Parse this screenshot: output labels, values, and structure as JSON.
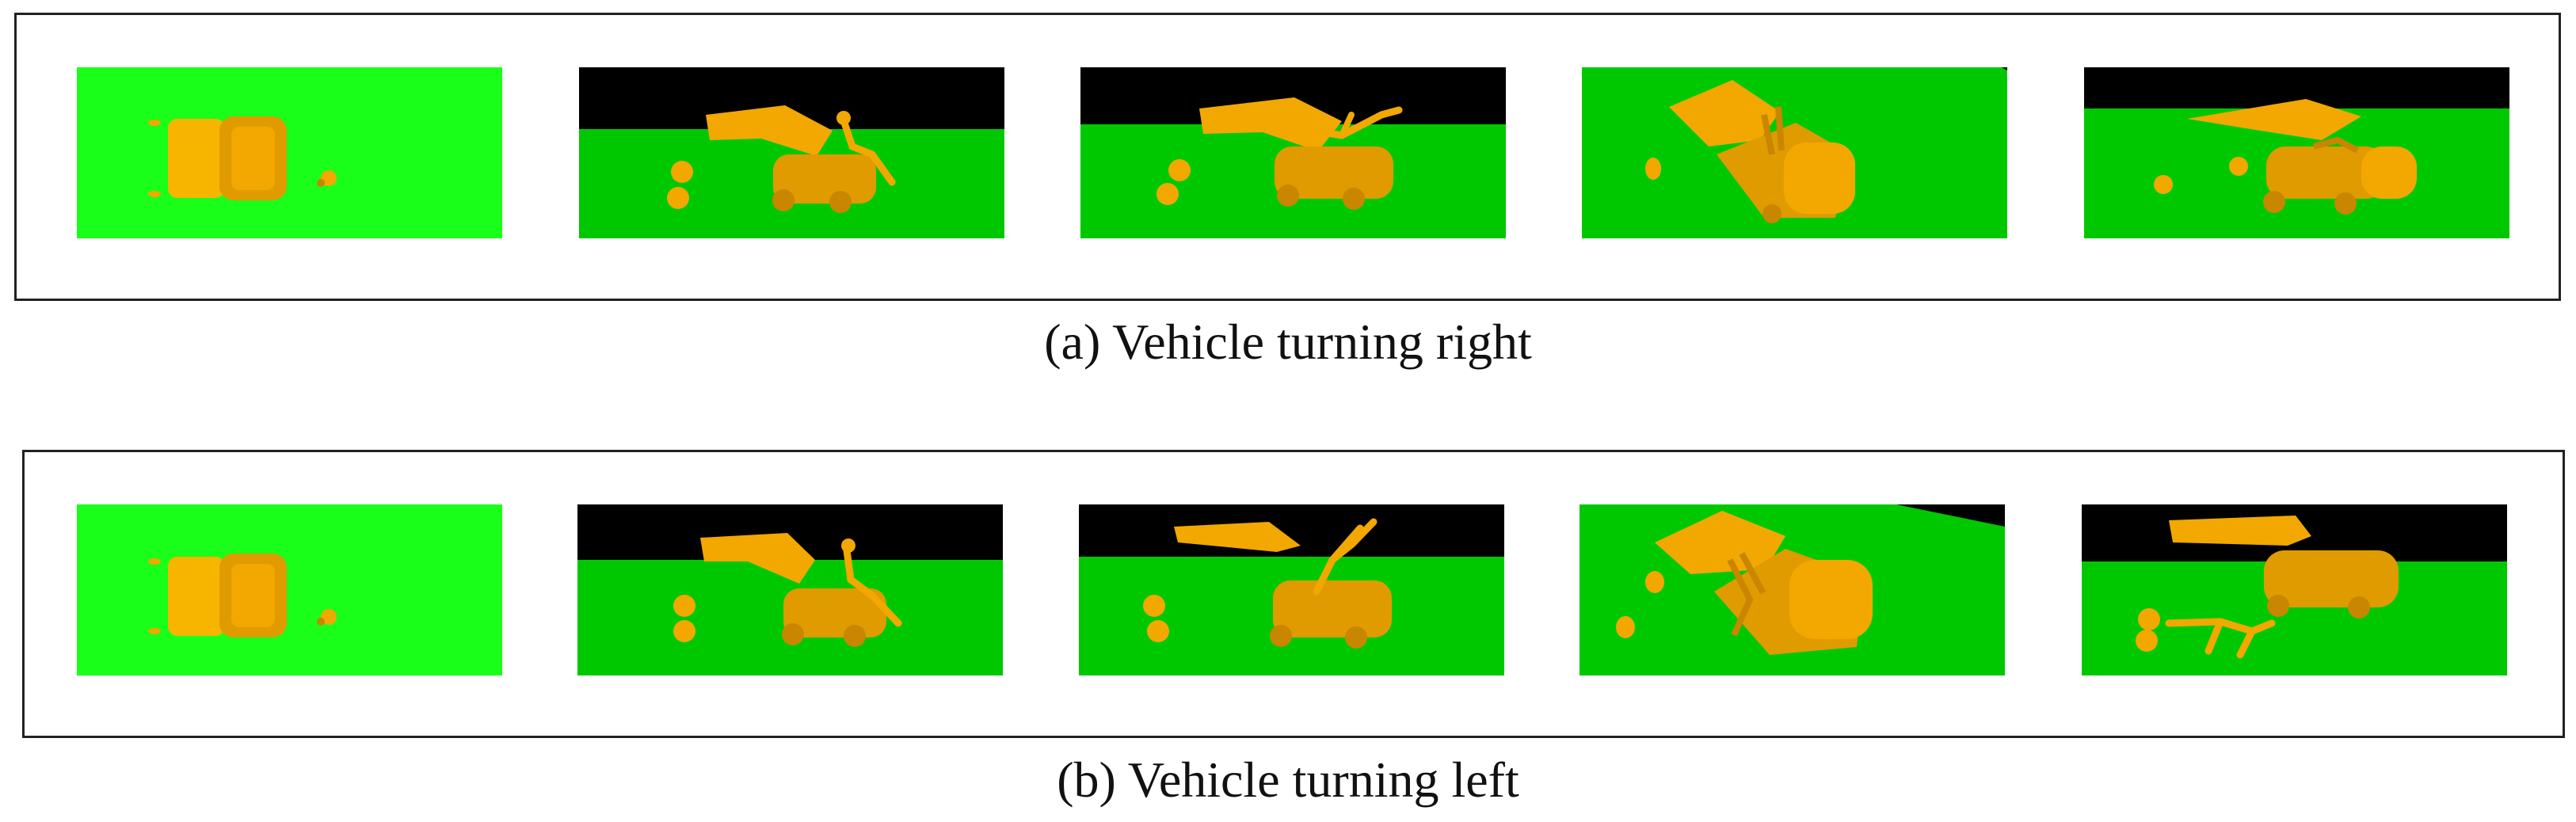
{
  "figure": {
    "subfigures": [
      {
        "id": "a",
        "caption": "(a) Vehicle turning right",
        "frames": [
          {
            "view": "top",
            "sky": false
          },
          {
            "view": "side",
            "sky": true
          },
          {
            "view": "side",
            "sky": true
          },
          {
            "view": "overhead-tilt",
            "sky": false
          },
          {
            "view": "side",
            "sky": true
          }
        ]
      },
      {
        "id": "b",
        "caption": "(b) Vehicle turning left",
        "frames": [
          {
            "view": "top",
            "sky": false
          },
          {
            "view": "side",
            "sky": true
          },
          {
            "view": "side",
            "sky": true
          },
          {
            "view": "overhead-tilt",
            "sky": true
          },
          {
            "view": "side",
            "sky": true
          }
        ]
      }
    ],
    "colors": {
      "bright_green": "#1aff1a",
      "ground_green": "#00c800",
      "sky": "#000000",
      "vehicle_orange": "#f2a800",
      "vehicle_shade": "#c98600"
    }
  }
}
